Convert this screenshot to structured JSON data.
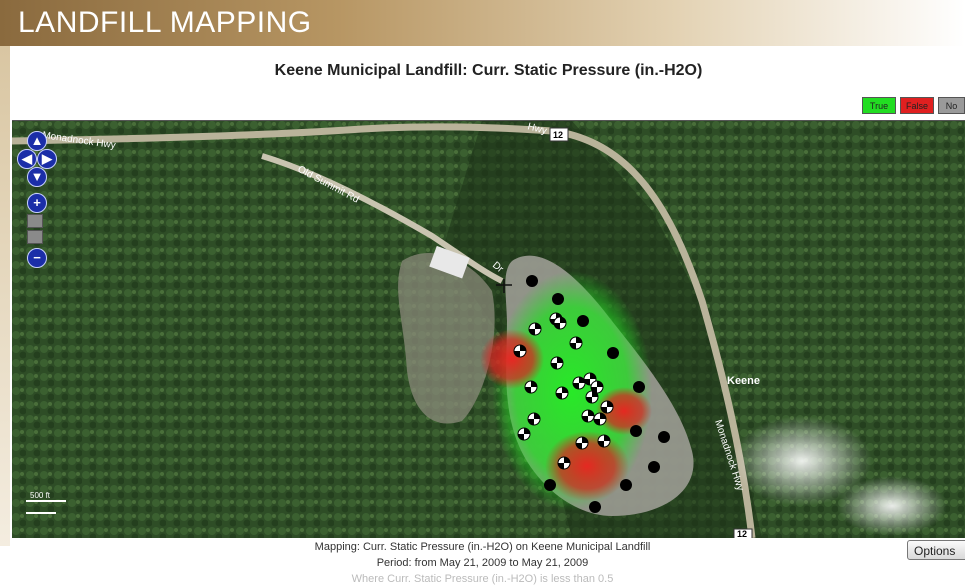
{
  "app": {
    "banner_title": "LANDFILL MAPPING"
  },
  "chart": {
    "title": "Keene Municipal Landfill: Curr. Static Pressure (in.-H2O)"
  },
  "legend": [
    {
      "label": "True",
      "color": "#22dd22"
    },
    {
      "label": "False",
      "color": "#e02020"
    },
    {
      "label": "No",
      "color": "#9a9a9a"
    }
  ],
  "map": {
    "labels": {
      "road_monadnock_hwy_top": "Monadnock Hwy",
      "road_old_summit": "Old Summit Rd",
      "road_hwy": "Hwy",
      "route_shield_top": "12",
      "route_shield_bottom": "12",
      "road_monadnock_hwy_side": "Monadnock Hwy",
      "town_keene": "Keene",
      "road_partial": "Dr"
    },
    "zoom_controls": {
      "pan_up": "▲",
      "pan_left": "◀",
      "pan_right": "▶",
      "pan_down": "▼",
      "zoom_in": "+",
      "zoom_out": "−"
    },
    "scale_label": "500 ft"
  },
  "footer": {
    "mapping": "Mapping: Curr. Static Pressure (in.-H2O) on Keene Municipal Landfill",
    "period": "Period: from May 21, 2009 to May 21, 2009",
    "where": "Where Curr. Static Pressure (in.-H2O) is less than 0.5",
    "options_label": "Options"
  },
  "colors": {
    "true": "#22dd22",
    "false": "#e02020",
    "none": "#9a9a9a",
    "zoom": "#1b2ea8"
  }
}
